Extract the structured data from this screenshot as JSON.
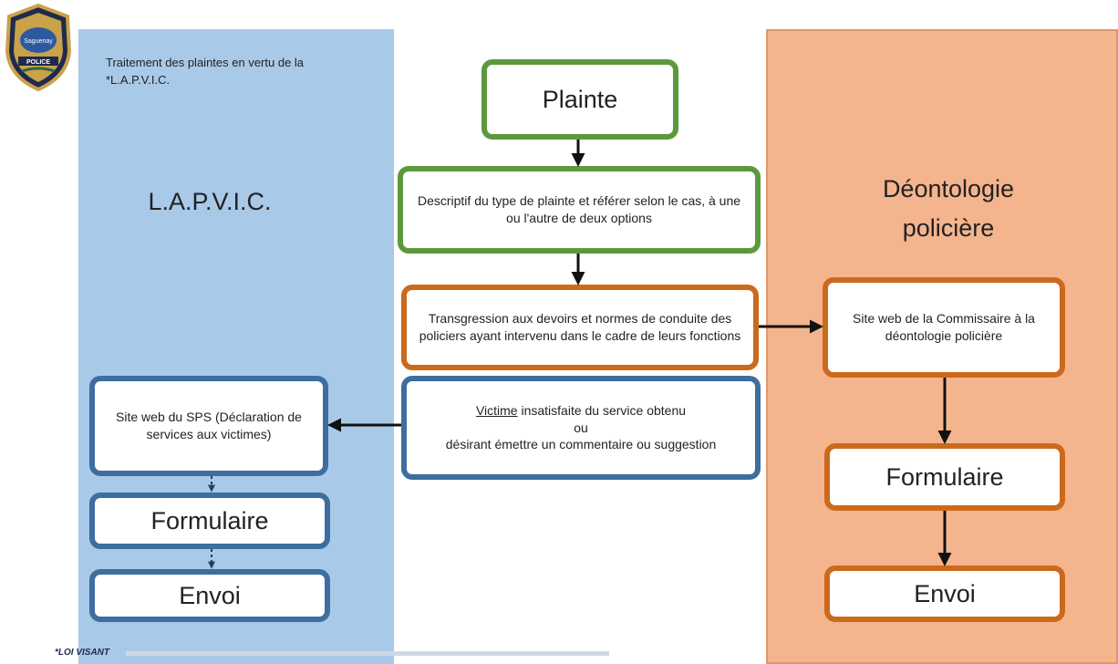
{
  "badge": {
    "top_text": "",
    "city": "Saguenay",
    "bottom_text": "POLICE"
  },
  "left_panel": {
    "caption": "Traitement des plaintes en vertu de la *L.A.P.V.I.C.",
    "title": "L.A.P.V.I.C.",
    "website_box": "Site web du SPS (Déclaration de services aux victimes)",
    "form_box": "Formulaire",
    "send_box": "Envoi"
  },
  "center": {
    "complaint_box": "Plainte",
    "description_box": "Descriptif du type de plainte et référer selon le cas, à une ou l'autre de deux options",
    "transgression_box": "Transgression aux devoirs et normes de conduite des policiers ayant intervenu dans le cadre de leurs fonctions",
    "victim_box": {
      "keyword": "Victime",
      "rest": " insatisfaite du service obtenu",
      "or": "ou",
      "line3": "désirant émettre un commentaire ou suggestion"
    }
  },
  "right_panel": {
    "title": "Déontologie policière",
    "website_box": "Site web de la Commissaire à la déontologie policière",
    "form_box": "Formulaire",
    "send_box": "Envoi"
  },
  "footnote": "*LOI VISANT",
  "colors": {
    "left_panel": "#a9c9e8",
    "right_panel": "#f4b48e",
    "green_border": "#5a9a3c",
    "orange_border": "#cc6a1c",
    "blue_border": "#3d6e9f"
  }
}
